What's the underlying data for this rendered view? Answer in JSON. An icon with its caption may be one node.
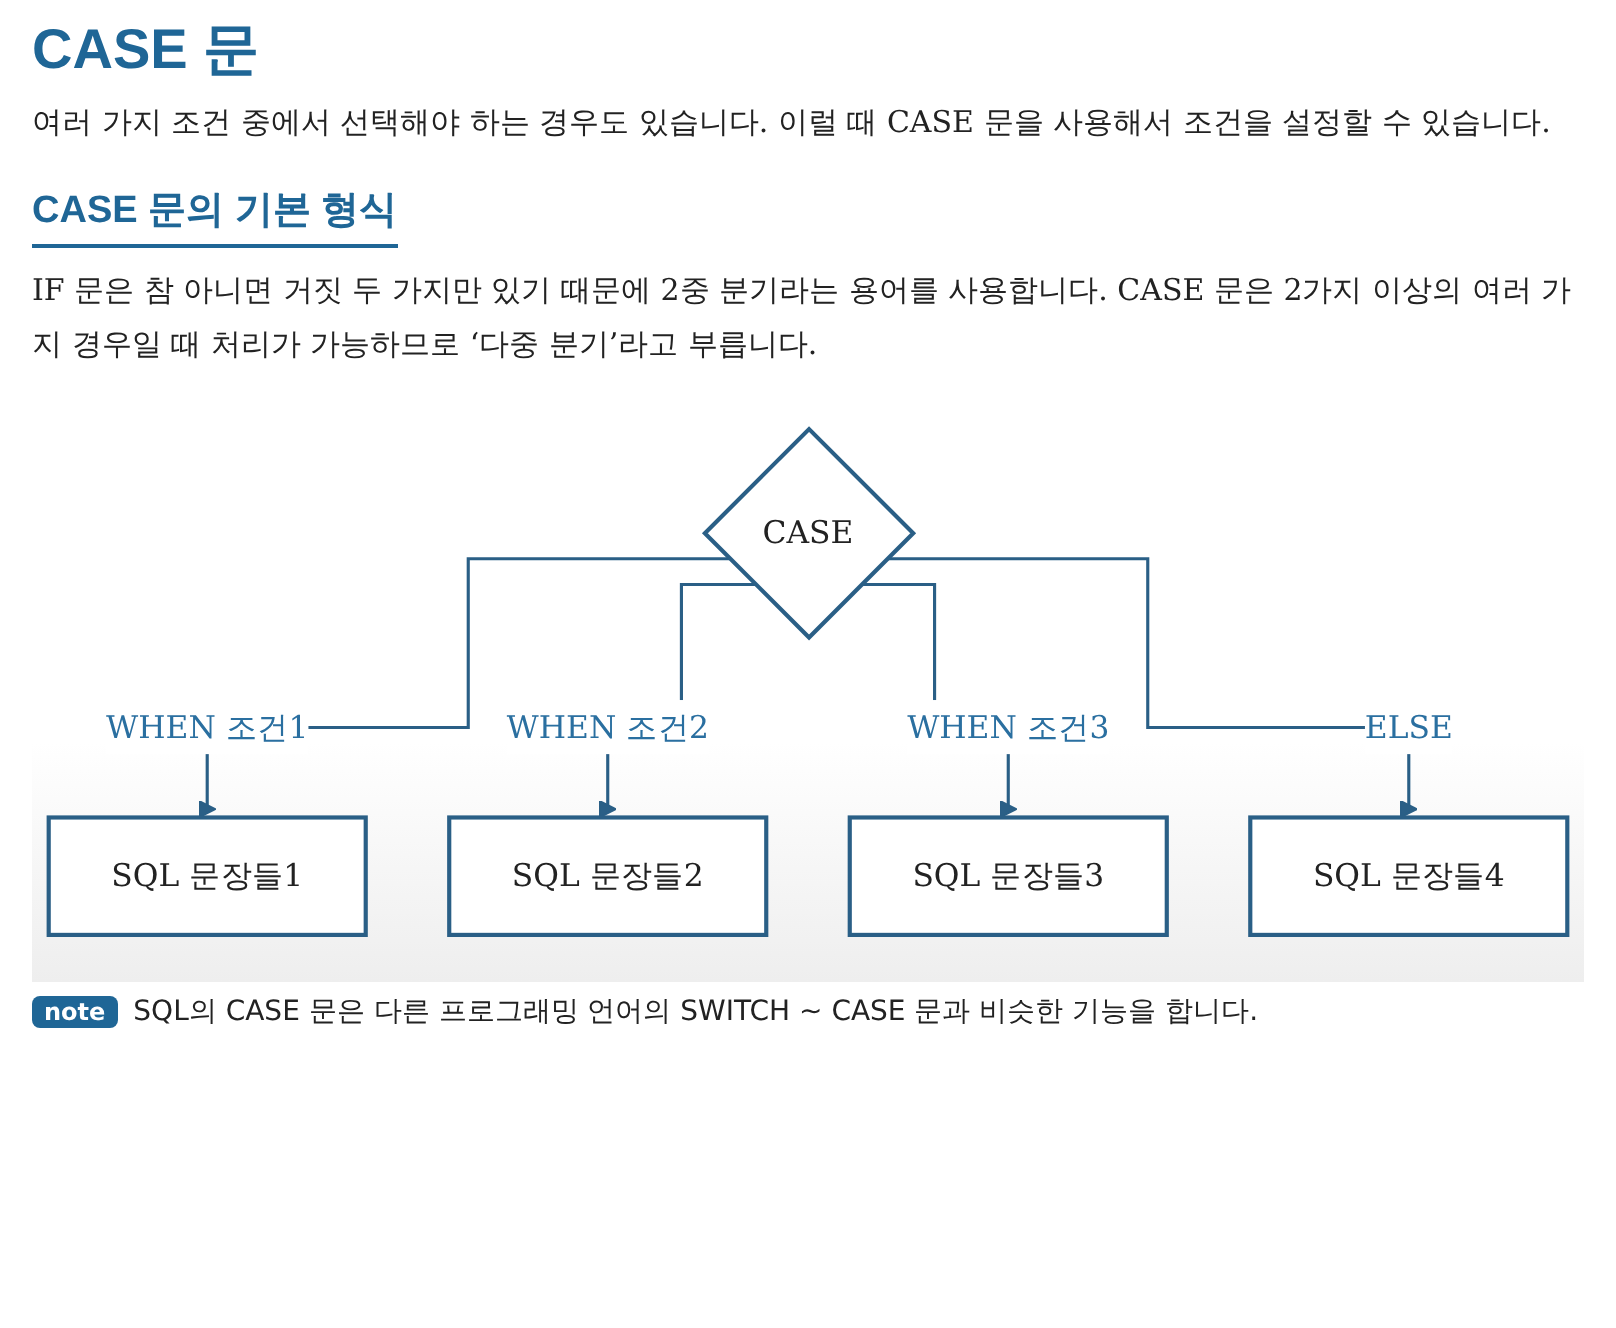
{
  "diagram": {
    "title": "CASE 문",
    "nodes": [
      {
        "text": [
          "CASE"
        ]
      },
      {
        "text": [
          "SQL 문장들1"
        ]
      },
      {
        "text": [
          "SQL 문장들2"
        ]
      },
      {
        "text": [
          "SQL 문장들3"
        ]
      },
      {
        "text": [
          "SQL 문장들4"
        ]
      }
    ],
    "edges": [
      {
        "from": 0,
        "to": 1,
        "arrow": "to",
        "label": "WHEN 조건1"
      },
      {
        "from": 0,
        "to": 2,
        "arrow": "to",
        "label": "WHEN 조건2"
      },
      {
        "from": 0,
        "to": 3,
        "arrow": "to",
        "label": "WHEN 조건3"
      },
      {
        "from": 0,
        "to": 4,
        "arrow": "to",
        "label": "ELSE"
      }
    ],
    "labels": [
      "여러 가지 조건 중에서 선택해야 하는 경우도 있습니다. 이럴 때 CASE 문을 사용해서 조건을 설정할 수 있습니다.",
      "CASE 문의 기본 형식",
      "IF 문은 참 아니면 거짓 두 가지만 있기 때문에 2중 분기라는 용어를 사용합니다. CASE 문은 2가지 이상의 여러 가지 경우일 때 처리가 가능하므로 ‘다중 분기’라고 부릅니다.",
      "note",
      "SQL의 CASE 문은 다른 프로그래밍 언어의 SWITCH ~ CASE 문과 비슷한 기능을 합니다."
    ]
  }
}
